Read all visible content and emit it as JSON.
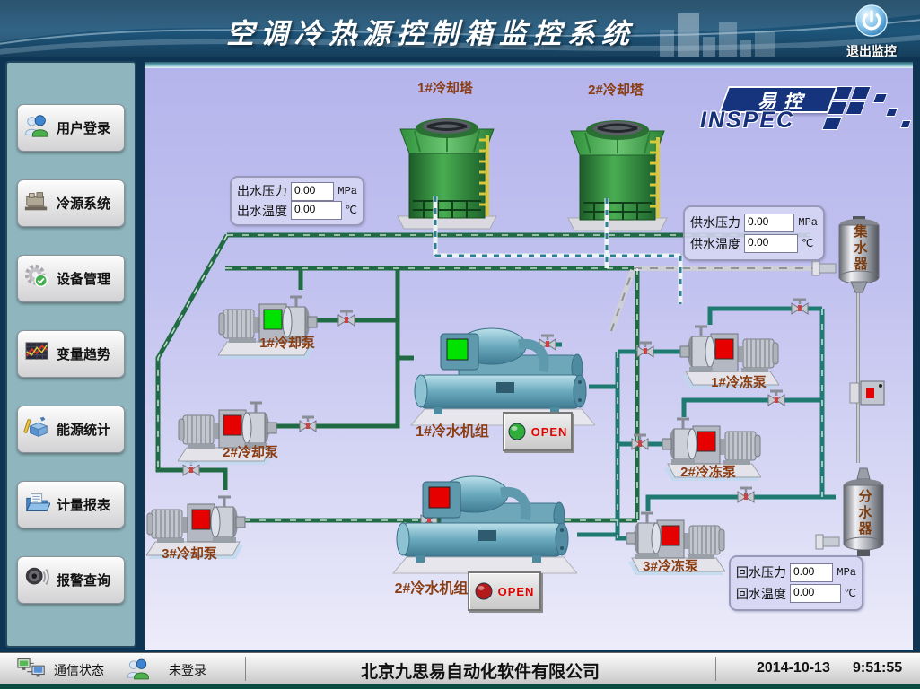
{
  "header": {
    "title": "空调冷热源控制箱监控系统",
    "exit_label": "退出监控"
  },
  "sidebar": {
    "items": [
      {
        "label": "用户登录",
        "icon": "users-icon"
      },
      {
        "label": "冷源系统",
        "icon": "chiller-machine-icon"
      },
      {
        "label": "设备管理",
        "icon": "gear-check-icon"
      },
      {
        "label": "变量趋势",
        "icon": "trend-chart-icon"
      },
      {
        "label": "能源统计",
        "icon": "energy-blocks-icon"
      },
      {
        "label": "计量报表",
        "icon": "report-folder-icon"
      },
      {
        "label": "报警查询",
        "icon": "alarm-speaker-icon"
      }
    ]
  },
  "logo": {
    "cn": "易控",
    "en": "INSPEC"
  },
  "equipment": {
    "towers": [
      {
        "label": "1#冷却塔"
      },
      {
        "label": "2#冷却塔"
      }
    ],
    "cooling_pumps": [
      {
        "label": "1#冷却泵",
        "status_color": "#00e300"
      },
      {
        "label": "2#冷却泵",
        "status_color": "#e60000"
      },
      {
        "label": "3#冷却泵",
        "status_color": "#e60000"
      }
    ],
    "chilled_pumps": [
      {
        "label": "1#冷冻泵",
        "status_color": "#e60000"
      },
      {
        "label": "2#冷冻泵",
        "status_color": "#e60000"
      },
      {
        "label": "3#冷冻泵",
        "status_color": "#e60000"
      }
    ],
    "chillers": [
      {
        "label": "1#冷水机组",
        "button_label": "OPEN",
        "lamp_color": "#2fae3a",
        "status_color": "#00e300"
      },
      {
        "label": "2#冷水机组",
        "button_label": "OPEN",
        "lamp_color": "#b51a1a",
        "status_color": "#e60000"
      }
    ],
    "collector_label": "集水器",
    "distributor_label": "分水器"
  },
  "panels": {
    "outlet": {
      "rows": [
        {
          "label": "出水压力",
          "value": "0.00",
          "unit": "MPa"
        },
        {
          "label": "出水温度",
          "value": "0.00",
          "unit": "℃"
        }
      ]
    },
    "supply": {
      "rows": [
        {
          "label": "供水压力",
          "value": "0.00",
          "unit": "MPa"
        },
        {
          "label": "供水温度",
          "value": "0.00",
          "unit": "℃"
        }
      ]
    },
    "return": {
      "rows": [
        {
          "label": "回水压力",
          "value": "0.00",
          "unit": "MPa"
        },
        {
          "label": "回水温度",
          "value": "0.00",
          "unit": "℃"
        }
      ]
    }
  },
  "statusbar": {
    "comm_label": "通信状态",
    "login_status": "未登录",
    "company": "北京九思易自动化软件有限公司",
    "date": "2014-10-13",
    "time": "9:51:55"
  },
  "colors": {
    "pipe_green": "#206b43",
    "pipe_teal": "#1f7a72",
    "header_bg": "#1d557a",
    "sidebar_bg": "#8fb6be",
    "label_brown": "#8a3c12"
  }
}
